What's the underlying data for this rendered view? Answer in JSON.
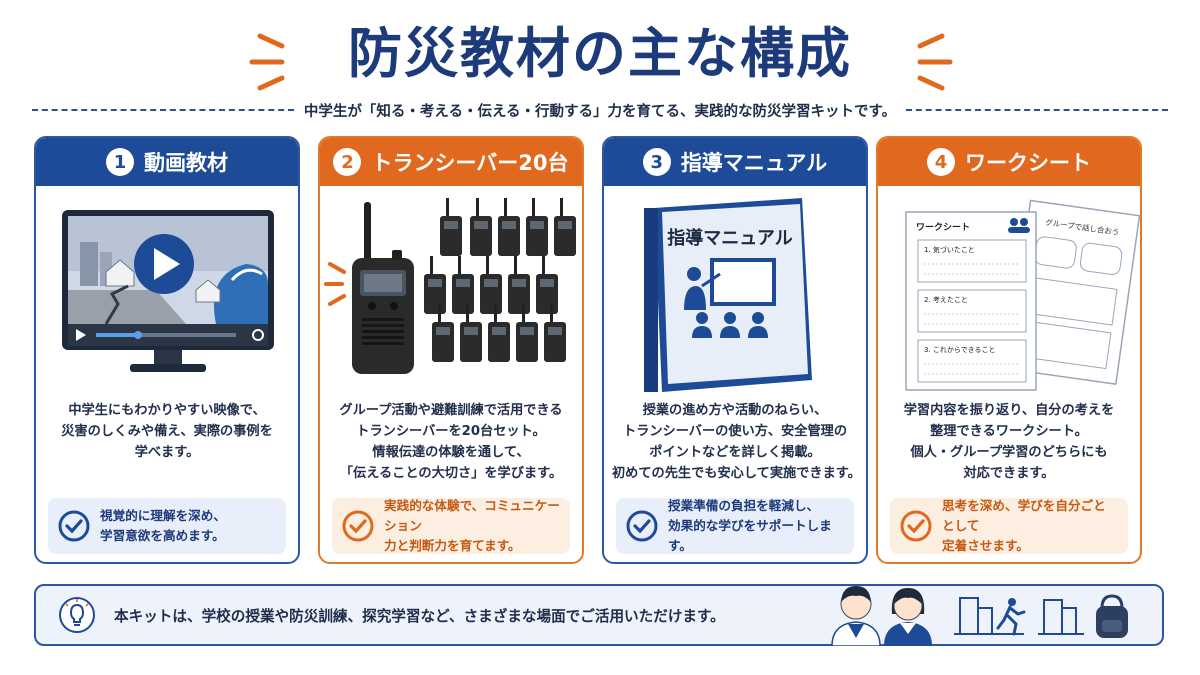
{
  "header": {
    "title": "防災教材の主な構成",
    "subtitle": "中学生が「知る・考える・伝える・行動する」力を育てる、実践的な防災学習キットです。"
  },
  "cards": [
    {
      "number": "1",
      "title": "動画教材",
      "description": [
        "中学生にもわかりやすい映像で、",
        "災害のしくみや備え、実際の事例を",
        "学べます。"
      ],
      "benefit": [
        "視覚的に理解を深め、",
        "学習意欲を高めます。"
      ]
    },
    {
      "number": "2",
      "title": "トランシーバー20台",
      "description": [
        "グループ活動や避難訓練で活用できる",
        "トランシーバーを20台セット。",
        "情報伝達の体験を通して、",
        "「伝えることの大切さ」を学びます。"
      ],
      "benefit": [
        "実践的な体験で、コミュニケーション",
        "力と判断力を育てます。"
      ]
    },
    {
      "number": "3",
      "title": "指導マニュアル",
      "manual_cover": "指導マニュアル",
      "description": [
        "授業の進め方や活動のねらい、",
        "トランシーバーの使い方、安全管理の",
        "ポイントなどを詳しく掲載。",
        "初めての先生でも安心して実施できます。"
      ],
      "benefit": [
        "授業準備の負担を軽減し、",
        "効果的な学びをサポートします。"
      ]
    },
    {
      "number": "4",
      "title": "ワークシート",
      "worksheet": {
        "front_title": "ワークシート",
        "items": [
          "1. 気づいたこと",
          "2. 考えたこと",
          "3. これからできること"
        ],
        "back_title": "グループで話し合おう"
      },
      "description": [
        "学習内容を振り返り、自分の考えを",
        "整理できるワークシート。",
        "個人・グループ学習のどちらにも",
        "対応できます。"
      ],
      "benefit": [
        "思考を深め、学びを自分ごととして",
        "定着させます。"
      ]
    }
  ],
  "footer": {
    "text": "本キットは、学校の授業や防災訓練、探究学習など、さまざまな場面でご活用いただけます。",
    "icons": [
      "lightbulb-icon",
      "students-illustration",
      "evacuation-icon",
      "school-bag-icon"
    ]
  },
  "colors": {
    "blue": "#1d4b98",
    "orange": "#e0691f",
    "navy_text": "#1d3a7a"
  }
}
